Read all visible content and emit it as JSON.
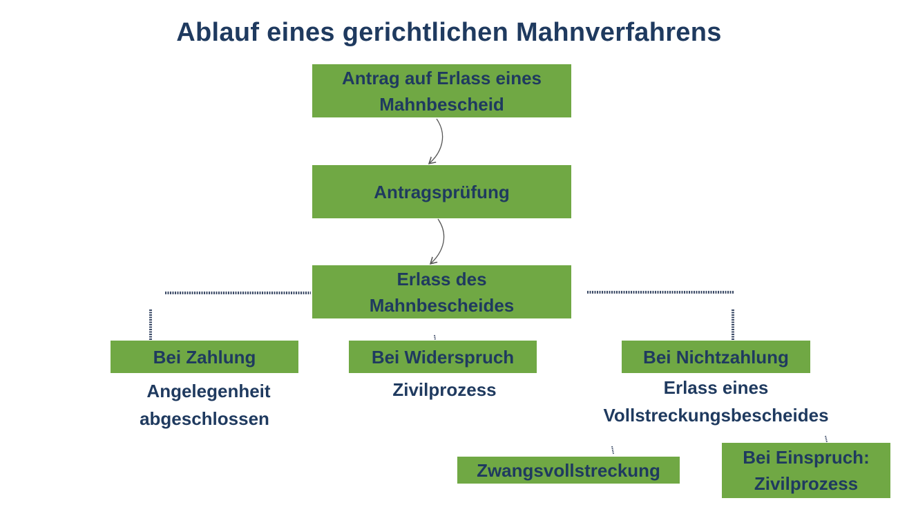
{
  "title": "Ablauf eines gerichtlichen Mahnverfahrens",
  "colors": {
    "box_fill": "#70a844",
    "text": "#1f3a5f",
    "background": "#ffffff"
  },
  "nodes": {
    "antrag": {
      "line1": "Antrag auf Erlass eines",
      "line2": "Mahnbescheid"
    },
    "pruefung": {
      "line1": "Antragsprüfung"
    },
    "erlass": {
      "line1": "Erlass des",
      "line2": "Mahnbescheides"
    },
    "zahlung": {
      "label": "Bei Zahlung",
      "outcome_line1": "Angelegenheit",
      "outcome_line2": "abgeschlossen"
    },
    "widerspruch": {
      "label": "Bei Widerspruch",
      "outcome_line1": "Zivilprozess"
    },
    "nichtzahlung": {
      "label": "Bei Nichtzahlung",
      "outcome_line1": "Erlass eines",
      "outcome_line2": "Vollstreckungsbescheides"
    },
    "zwangsvollstreckung": {
      "label": "Zwangsvollstreckung"
    },
    "einspruch": {
      "line1": "Bei Einspruch:",
      "line2": "Zivilprozess"
    }
  }
}
